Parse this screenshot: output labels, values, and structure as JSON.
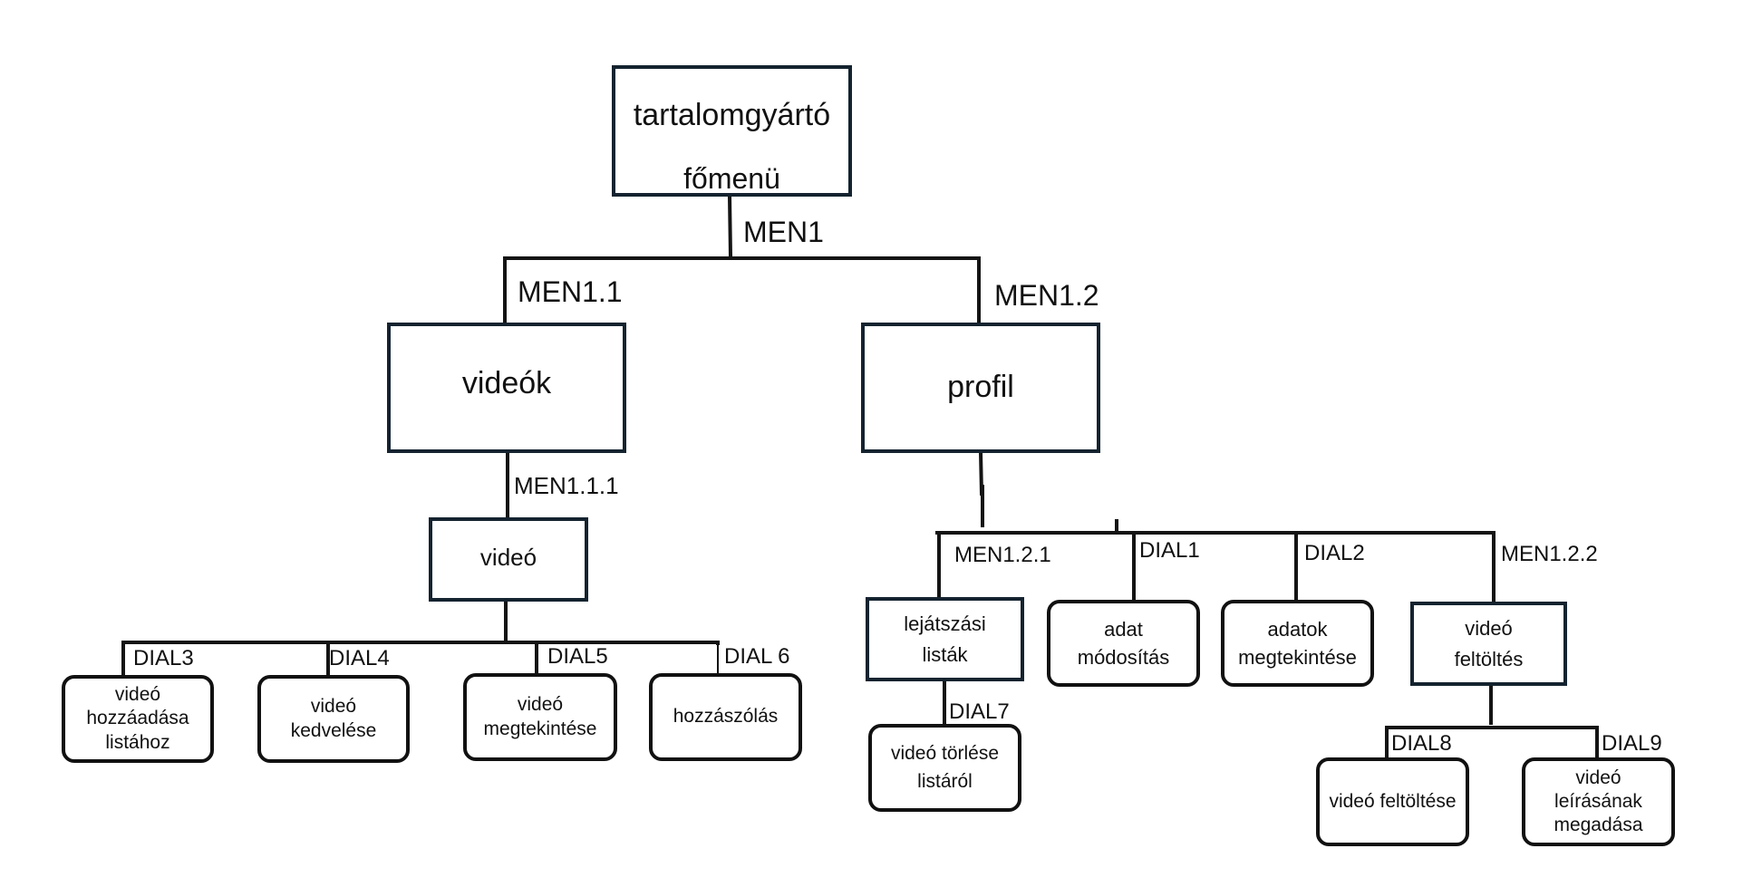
{
  "root": {
    "line1": "tartalomgyártó",
    "line2": "főmenü"
  },
  "menus": {
    "men1": "MEN1",
    "men1_1": "MEN1.1",
    "men1_2": "MEN1.2",
    "men1_1_1": "MEN1.1.1",
    "men1_2_1": "MEN1.2.1",
    "men1_2_2": "MEN1.2.2"
  },
  "dialogs": {
    "dial1": "DIAL1",
    "dial2": "DIAL2",
    "dial3": "DIAL3",
    "dial4": "DIAL4",
    "dial5": "DIAL5",
    "dial6": "DIAL 6",
    "dial7": "DIAL7",
    "dial8": "DIAL8",
    "dial9": "DIAL9"
  },
  "nodes": {
    "videok": "videók",
    "profil": "profil",
    "video": "videó",
    "lejatszasi": [
      "lejátszási",
      "listák"
    ],
    "adat_modositas": [
      "adat",
      "módosítás"
    ],
    "adatok_megtekintese": [
      "adatok",
      "megtekintése"
    ],
    "video_feltoltes": [
      "videó",
      "feltöltés"
    ],
    "video_hozzaadasa": [
      "videó",
      "hozzáadása",
      "listához"
    ],
    "video_kedvelese": [
      "videó",
      "kedvelése"
    ],
    "video_megtekintese": [
      "videó",
      "megtekintése"
    ],
    "hozzaszolas": "hozzászólás",
    "video_torlese": [
      "videó törlése",
      "listáról"
    ],
    "video_feltoltese": "videó feltöltése",
    "video_leirasanak": [
      "videó",
      "leírásának",
      "megadása"
    ]
  }
}
